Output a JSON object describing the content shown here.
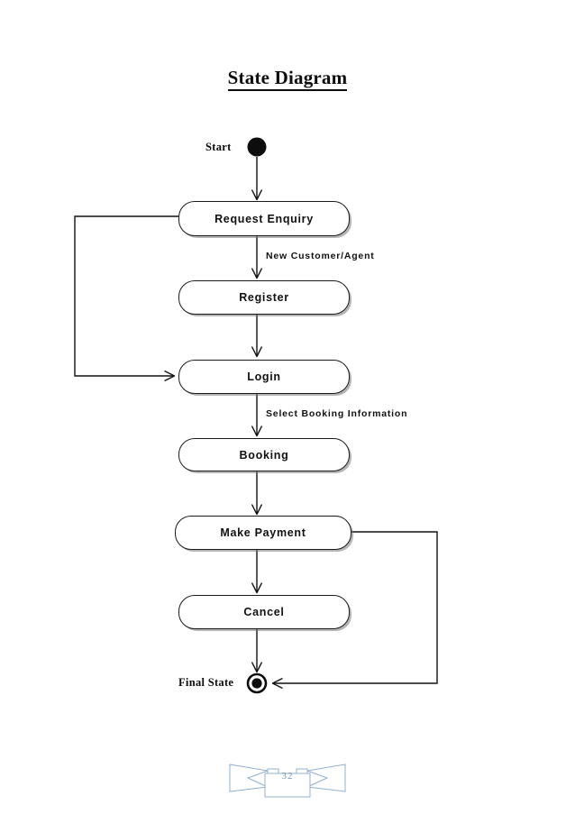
{
  "document": {
    "title": "State Diagram",
    "page_number": "32"
  },
  "diagram": {
    "type": "uml-state-diagram",
    "start_node": {
      "label": "Start",
      "shape": "filled-circle"
    },
    "final_node": {
      "label": "Final State",
      "shape": "bullseye-circle"
    },
    "states": [
      {
        "id": "request-enquiry",
        "label": "Request Enquiry"
      },
      {
        "id": "register",
        "label": "Register"
      },
      {
        "id": "login",
        "label": "Login"
      },
      {
        "id": "booking",
        "label": "Booking"
      },
      {
        "id": "make-payment",
        "label": "Make Payment"
      },
      {
        "id": "cancel",
        "label": "Cancel"
      }
    ],
    "transitions": [
      {
        "from": "start",
        "to": "request-enquiry",
        "label": ""
      },
      {
        "from": "request-enquiry",
        "to": "register",
        "label": "New Customer/Agent"
      },
      {
        "from": "register",
        "to": "login",
        "label": ""
      },
      {
        "from": "request-enquiry",
        "to": "login",
        "label": ""
      },
      {
        "from": "login",
        "to": "booking",
        "label": "Select Booking Information"
      },
      {
        "from": "booking",
        "to": "make-payment",
        "label": ""
      },
      {
        "from": "make-payment",
        "to": "cancel",
        "label": ""
      },
      {
        "from": "cancel",
        "to": "final-state",
        "label": ""
      },
      {
        "from": "make-payment",
        "to": "final-state",
        "label": ""
      }
    ],
    "edge_labels": {
      "new_customer_agent": "New Customer/Agent",
      "select_booking_information": "Select Booking Information"
    }
  },
  "colors": {
    "ink": "#111111",
    "box_border": "#1a1a1a",
    "box_fill": "#ffffff",
    "shadow": "#787878",
    "ribbon": "#7a96b8",
    "page_background": "#ffffff"
  }
}
